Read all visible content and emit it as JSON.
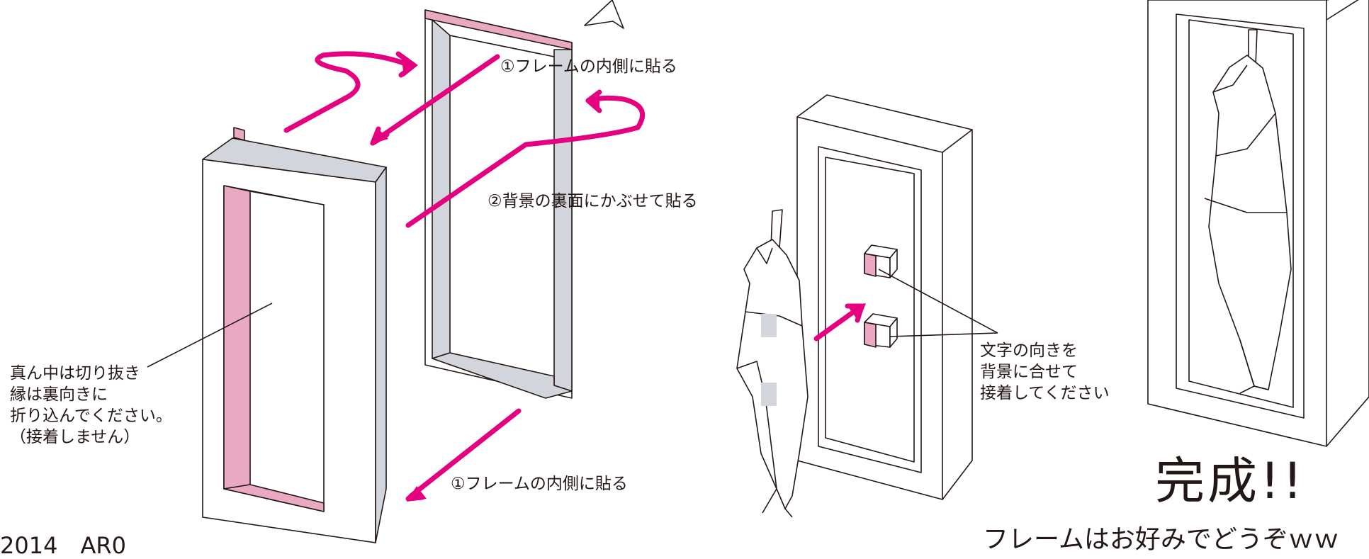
{
  "labels": {
    "frame_inner_top": "①フレームの内側に貼る",
    "background_back": "②背景の裏面にかぶせて貼る",
    "frame_inner_bottom": "①フレームの内側に貼る",
    "cutout_note": [
      "真ん中は切り抜き",
      "縁は裏向きに",
      "折り込んでください。",
      "（接着しません）"
    ],
    "text_direction_note": [
      "文字の向きを",
      "背景に合せて",
      "接着してください"
    ],
    "complete": "完成!!",
    "frame_preference": "フレームはお好みでどうぞｗｗ",
    "copyright": "2014　AR0"
  },
  "colors": {
    "accent_arrow": "#e4007f",
    "pink_flap": "#eaa9c3",
    "gray_side": "#d3d5dc",
    "line": "#231815"
  }
}
